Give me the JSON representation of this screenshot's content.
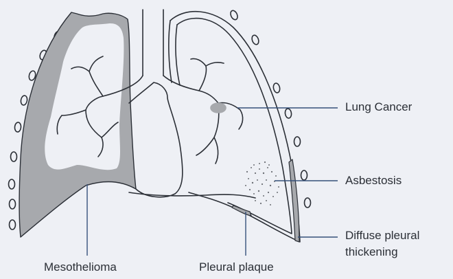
{
  "labels": {
    "lung_cancer": "Lung Cancer",
    "asbestosis": "Asbestosis",
    "diffuse_line1": "Diffuse pleural",
    "diffuse_line2": "thickening",
    "mesothelioma": "Mesothelioma",
    "pleural_plaque": "Pleural plaque"
  },
  "colors": {
    "background": "#eef0f5",
    "outline": "#2b2f36",
    "pathology_fill": "#a7a9ad",
    "leader_line": "#35507a"
  }
}
